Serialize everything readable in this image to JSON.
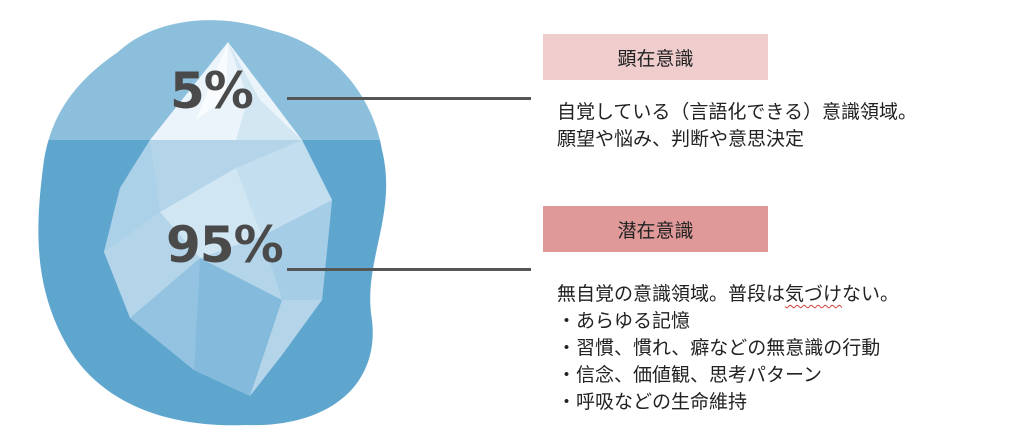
{
  "iceberg": {
    "tip_percent_label": "5%",
    "submerged_percent_label": "95%",
    "colors": {
      "sky_water": "#8cbfdc",
      "deep_water": "#5fa6cf",
      "ice_light": "#eaf4fa",
      "ice_mid": "#bcd9ec",
      "ice_dark": "#9ec9e4"
    }
  },
  "conscious": {
    "heading": "顕在意識",
    "color": "#efcdcd",
    "lines": [
      "自覚している（言語化できる）意識領域。",
      "願望や悩み、判断や意思決定"
    ]
  },
  "subconscious": {
    "heading": "潜在意識",
    "color": "#df9999",
    "lines": [
      "無自覚の意識領域。普段は気づけない。",
      "・あらゆる記憶",
      "・習慣、慣れ、癖などの無意識の行動",
      "・信念、価値観、思考パターン",
      "・呼吸などの生命維持"
    ],
    "first_line_parts": {
      "before": "無自覚の意識領域。普段は",
      "underlined": "気づけ",
      "after": "ない。"
    }
  }
}
